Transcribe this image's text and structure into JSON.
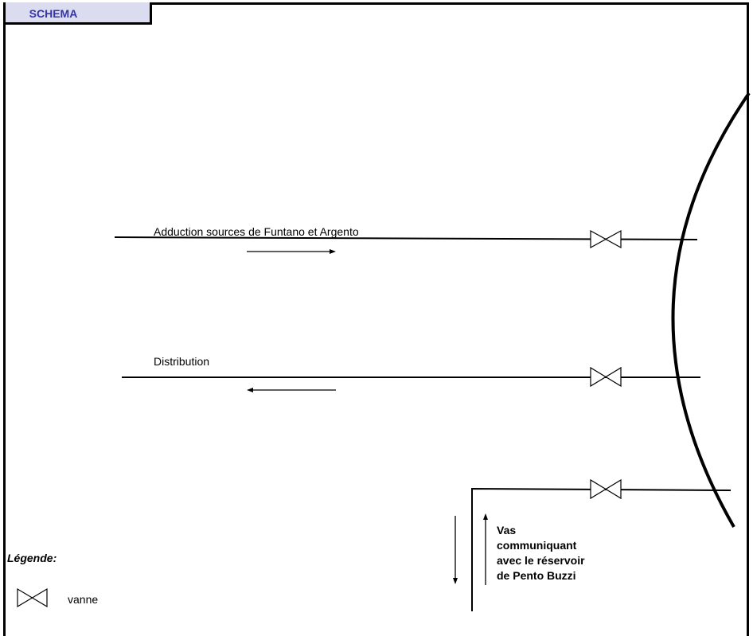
{
  "header": {
    "tab_label": "SCHEMA"
  },
  "pipes": {
    "adduction_label": "Adduction sources de Funtano et Argento",
    "distribution_label": "Distribution"
  },
  "vas": {
    "lines": [
      "Vas",
      "communiquant",
      "avec le réservoir",
      "de Pento Buzzi"
    ]
  },
  "legend": {
    "title": "Légende:",
    "vanne_label": "vanne",
    "vanne_icon": "valve-icon"
  }
}
